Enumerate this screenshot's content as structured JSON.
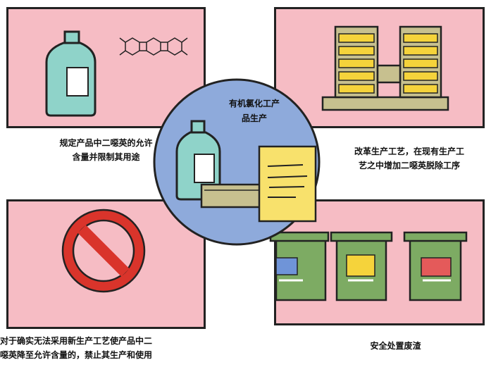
{
  "center": {
    "title_line1": "有机氯化工产",
    "title_line2": "品生产"
  },
  "panels": {
    "top_left": {
      "caption_line1": "规定产品中二噁英的允许",
      "caption_line2": "含量并限制其用途"
    },
    "top_right": {
      "caption_line1": "改革生产工艺，在现有生产工",
      "caption_line2": "艺之中增加二噁英脱除工序"
    },
    "bottom_left": {
      "caption_line1": "对于确实无法采用新生产工艺使产品中二",
      "caption_line2": "噁英降至允许含量的，禁止其生产和使用"
    },
    "bottom_right": {
      "caption": "安全处置废渣"
    }
  },
  "colors": {
    "panel_bg": "#f6bcc4",
    "circle_bg": "#8eaadb",
    "bottle": "#8fd3c9",
    "building": "#c7c08f",
    "window": "#f5d33b",
    "note": "#f8e16c",
    "bin": "#7dab63",
    "prohibition_red": "#d9342b"
  }
}
